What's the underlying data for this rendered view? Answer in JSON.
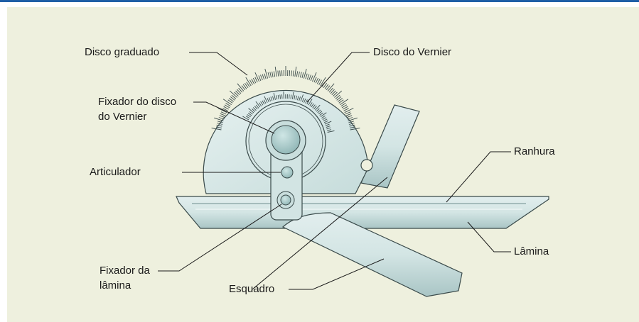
{
  "labels": {
    "disco_graduado": "Disco graduado",
    "disco_vernier": "Disco do Vernier",
    "fixador_disco_1": "Fixador do disco",
    "fixador_disco_2": "do Vernier",
    "articulador": "Articulador",
    "ranhura": "Ranhura",
    "lamina": "Lâmina",
    "fixador_lamina_1": "Fixador da",
    "fixador_lamina_2": "lâmina",
    "esquadro": "Esquadro"
  },
  "colors": {
    "accent_rule": "#1f5fa6",
    "panel_bg": "#eef0de",
    "metal_fill": "#d5e6e5",
    "metal_dark": "#9fbcbc",
    "outline": "#3a4a4a",
    "leader": "#1a1a1a"
  }
}
